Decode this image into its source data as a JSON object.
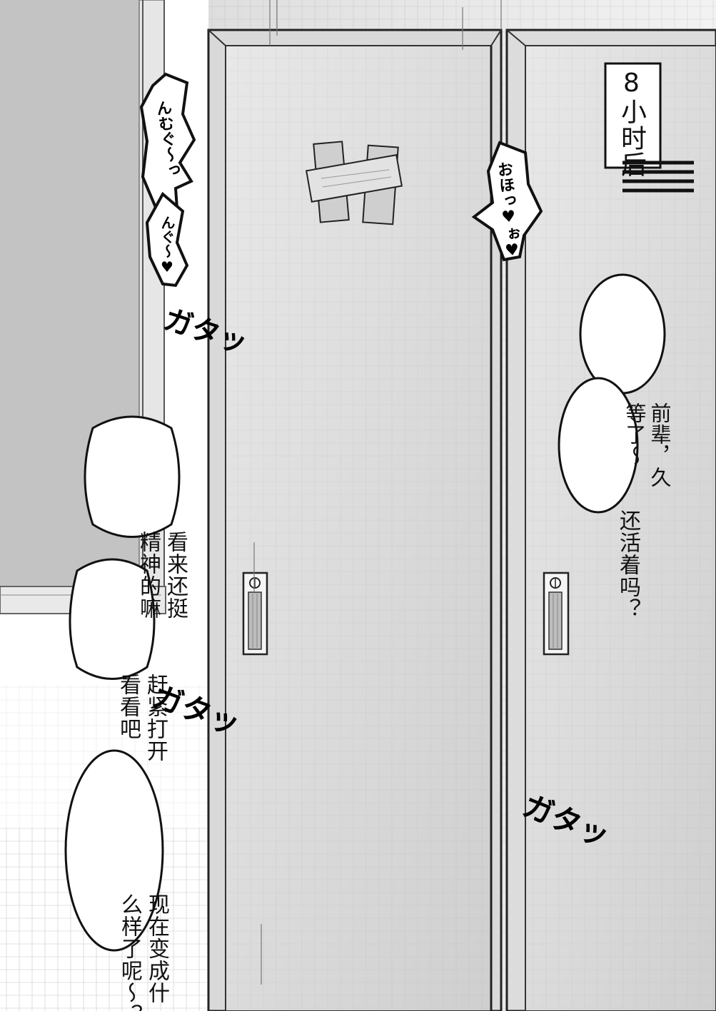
{
  "caption": {
    "text": "8小时后"
  },
  "bubbles": [
    {
      "id": "b1",
      "lines": [
        "前辈，久",
        "等了～"
      ]
    },
    {
      "id": "b2",
      "lines": [
        "还活着吗？"
      ]
    },
    {
      "id": "b3",
      "lines": [
        "看来还挺",
        "精神的嘛"
      ]
    },
    {
      "id": "b4",
      "lines": [
        "赶紧打开",
        "看看吧"
      ]
    },
    {
      "id": "b5",
      "lines": [
        "现在变成什",
        "么样了呢～？"
      ]
    }
  ],
  "muffled_sounds": [
    {
      "id": "m1",
      "text": "んむぐ〜っ"
    },
    {
      "id": "m2",
      "text": "んぐ〜♥"
    },
    {
      "id": "m3",
      "text": "おほっ♥ぉ♥"
    }
  ],
  "sfx": [
    {
      "id": "s1",
      "text": "ガタッ"
    },
    {
      "id": "s2",
      "text": "ガタッ"
    },
    {
      "id": "s3",
      "text": "ガタッ"
    }
  ]
}
